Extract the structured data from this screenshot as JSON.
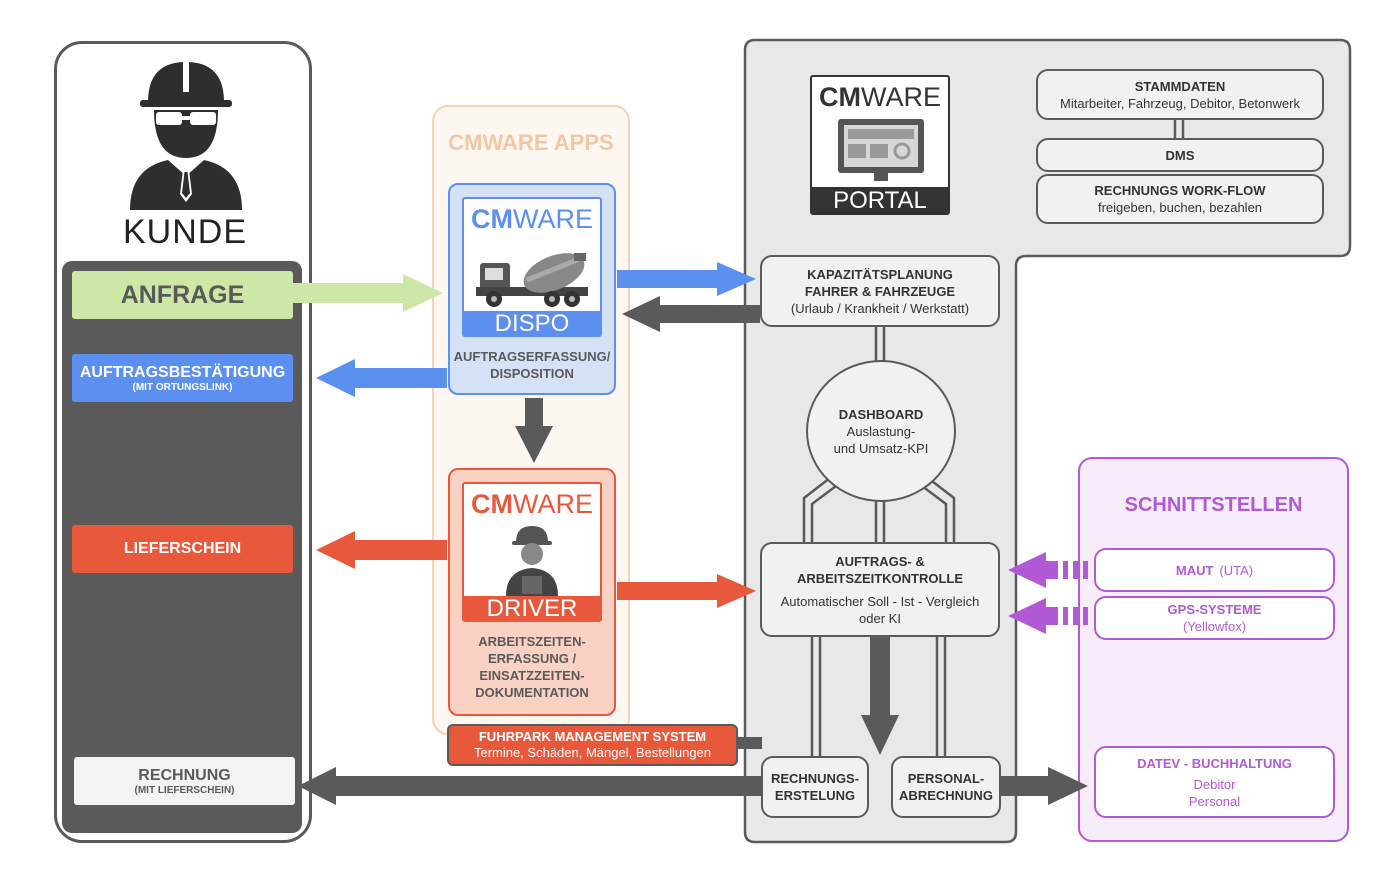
{
  "customer": {
    "label": "KUNDE",
    "request": "ANFRAGE",
    "confirmation": "AUFTRAGSBESTÄTIGUNG",
    "confirmation_sub": "(MIT ORTUNGSLINK)",
    "delivery_note": "LIEFERSCHEIN",
    "invoice": "RECHNUNG",
    "invoice_sub": "(MIT LIEFERSCHEIN)"
  },
  "apps": {
    "title": "CMWARE APPS",
    "brand_cm": "CM",
    "brand_ware": "WARE",
    "dispo_label": "DISPO",
    "dispo_caption": "AUFTRAGSERFASSUNG/\nDISPOSITION",
    "driver_label": "DRIVER",
    "driver_caption": "ARBEITSZEITEN-\nERFASSUNG /\nEINSATZZEITEN-\nDOKUMENTATION",
    "fleet_title": "FUHRPARK MANAGEMENT SYSTEM",
    "fleet_sub": "Termine, Schäden, Mängel, Bestellungen"
  },
  "portal": {
    "brand_cm": "CM",
    "brand_ware": "WARE",
    "label": "PORTAL",
    "master_title": "STAMMDATEN",
    "master_sub": "Mitarbeiter, Fahrzeug, Debitor, Betonwerk",
    "dms": "DMS",
    "workflow_title": "RECHNUNGS WORK-FLOW",
    "workflow_sub": "freigeben, buchen, bezahlen",
    "capacity_title": "KAPAZITÄTSPLANUNG\nFAHRER & FAHRZEUGE",
    "capacity_sub": "(Urlaub / Krankheit / Werkstatt)",
    "dashboard_title": "DASHBOARD",
    "dashboard_sub": "Auslastung-\nund Umsatz-KPI",
    "control_title": "AUFTRAGS- &\nARBEITSZEITKONTROLLE",
    "control_sub": "Automatischer Soll - Ist - Vergleich\noder KI",
    "billing": "RECHNUNGS-\nERSTELUNG",
    "payroll": "PERSONAL-\nABRECHNUNG"
  },
  "interfaces": {
    "title": "SCHNITTSTELLEN",
    "toll": "MAUT",
    "toll_sub": "(UTA)",
    "gps": "GPS-SYSTEME",
    "gps_sub": "(Yellowfox)",
    "datev": "DATEV - BUCHHALTUNG",
    "datev_sub": "Debitor\nPersonal"
  },
  "colors": {
    "dark": "#5a5a5a",
    "green": "#cde7a6",
    "blue": "#5b8ff0",
    "orange": "#e8593c",
    "purple": "#b259d6",
    "apps_border": "#f6d2b6"
  },
  "icons": [
    "engineer-icon",
    "mixer-truck-icon",
    "driver-icon",
    "monitor-icon"
  ]
}
